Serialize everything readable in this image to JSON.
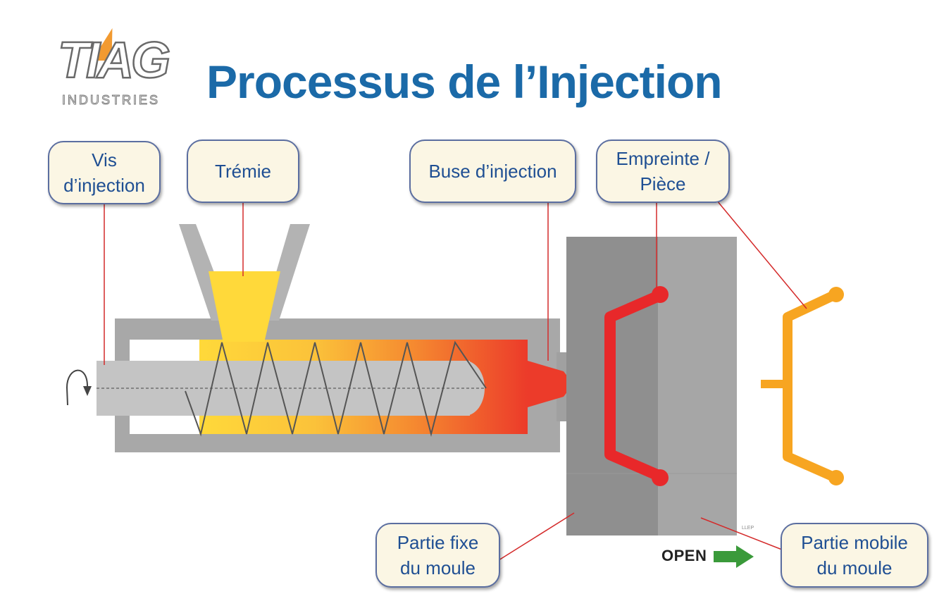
{
  "title": "Processus de l’Injection",
  "logo": {
    "main": "TIAG",
    "sub": "INDUSTRIES"
  },
  "labels": {
    "vis": {
      "line1": "Vis",
      "line2": "d’injection"
    },
    "tremie": "Trémie",
    "buse": "Buse d’injection",
    "empreinte": {
      "line1": "Empreinte /",
      "line2": "Pièce"
    },
    "partie_fixe": {
      "line1": "Partie fixe",
      "line2": "du moule"
    },
    "partie_mobile": {
      "line1": "Partie mobile",
      "line2": "du moule"
    }
  },
  "open_label": "OPEN",
  "corner_mark": "LLEP",
  "colors": {
    "title": "#1b6aa8",
    "barrel": "#a8a8a8",
    "screw": "#c4c4c4",
    "hopper": "#b3b3b3",
    "material_start": "#ffd93a",
    "material_end": "#ec3b2a",
    "mold_fixed": "#8f8f8f",
    "mold_mobile": "#a6a6a6",
    "melt": "#e8282a",
    "part": "#f7a521",
    "leader": "#d42a2a",
    "arrow": "#3a9a3a"
  }
}
